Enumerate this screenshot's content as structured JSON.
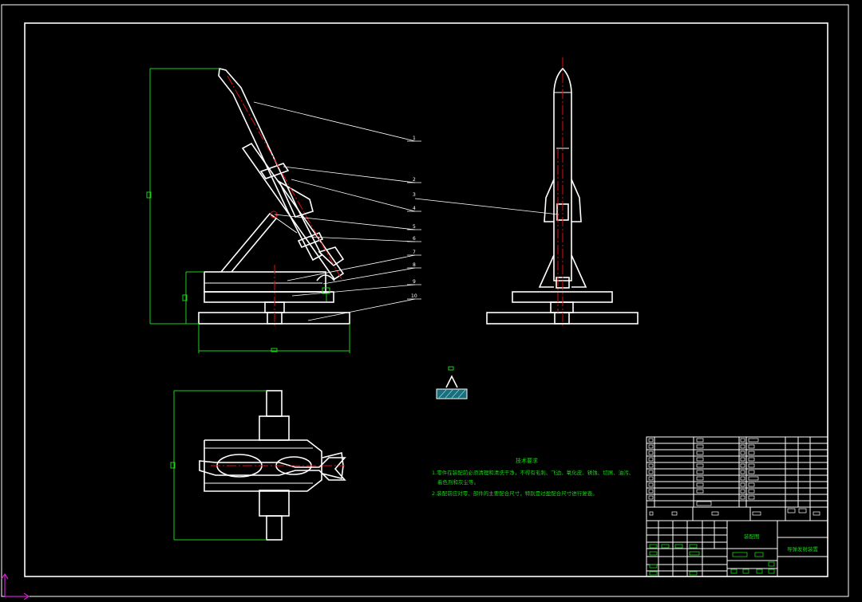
{
  "drawing": {
    "background": "#000000",
    "line_color": "#ffffff",
    "dimension_color": "#19d419",
    "centerline_color": "#e01010",
    "ucs_color": "#d020d0"
  },
  "balloons": [
    "1",
    "2",
    "3",
    "4",
    "5",
    "6",
    "7",
    "8",
    "9",
    "10"
  ],
  "notes": {
    "heading": "技术要求",
    "line1": "1.零件在装配前必须清理和清洗干净，不得有毛刺、飞边、氧化皮、锈蚀、切屑、油污、",
    "line1b": "着色剂和灰尘等。",
    "line2": "2.装配前应对零、部件的主要配合尺寸，特别是过盈配合尺寸进行复查。"
  },
  "title_block": {
    "drawing_name": "装配图",
    "company": "导弹发射装置"
  }
}
